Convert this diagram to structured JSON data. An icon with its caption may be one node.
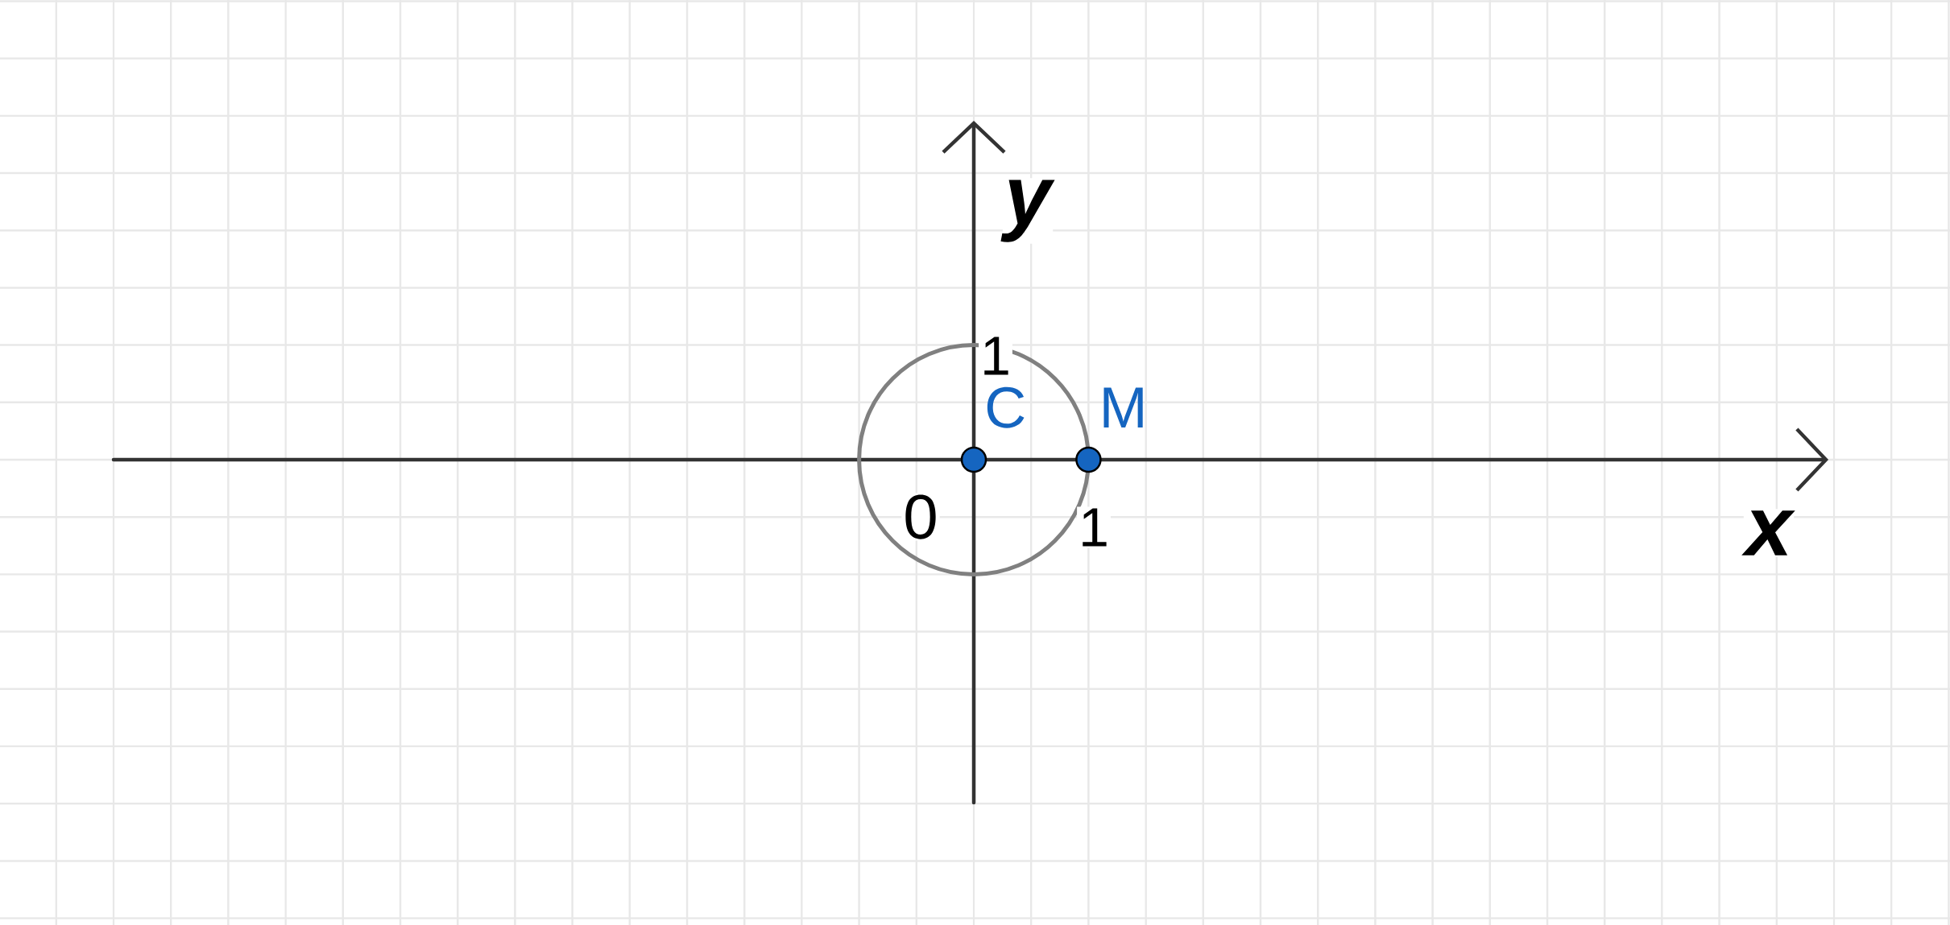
{
  "diagram": {
    "nodes": [
      {
        "text": [
          "C"
        ]
      },
      {
        "text": [
          "M"
        ]
      }
    ],
    "labels": [
      "y",
      "1",
      "1",
      "0",
      "x"
    ]
  }
}
